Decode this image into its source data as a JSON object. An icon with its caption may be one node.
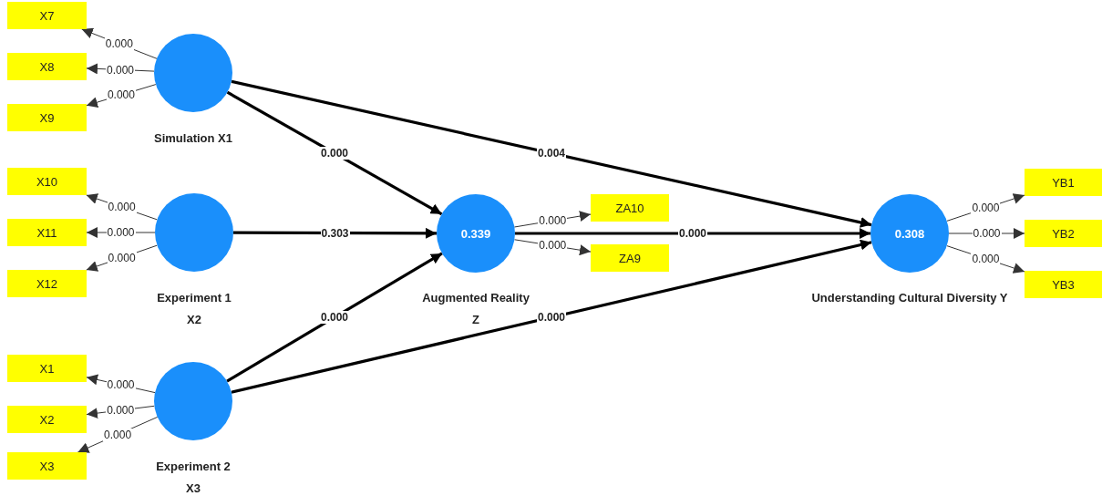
{
  "diagram": {
    "nodes": [
      {
        "text": [
          "X7"
        ]
      },
      {
        "text": [
          "X8"
        ]
      },
      {
        "text": [
          "X9"
        ]
      },
      {
        "text": [
          "Simulation X1"
        ]
      },
      {
        "text": [
          "X10"
        ]
      },
      {
        "text": [
          "X11"
        ]
      },
      {
        "text": [
          "X12"
        ]
      },
      {
        "text": [
          "Experiment 1 X2"
        ]
      },
      {
        "text": [
          "X1"
        ]
      },
      {
        "text": [
          "X2"
        ]
      },
      {
        "text": [
          "X3"
        ]
      },
      {
        "text": [
          "Experiment 2 X3"
        ]
      },
      {
        "text": [
          "0.339",
          "Augmented Reality Z"
        ]
      },
      {
        "text": [
          "ZA10"
        ]
      },
      {
        "text": [
          "ZA9"
        ]
      },
      {
        "text": [
          "0.308",
          "Understanding Cultural Diversity Y"
        ]
      },
      {
        "text": [
          "YB1"
        ]
      },
      {
        "text": [
          "YB2"
        ]
      },
      {
        "text": [
          "YB3"
        ]
      }
    ],
    "edges": [
      {
        "from": 3,
        "to": 0,
        "arrow": "to",
        "label": "0.000"
      },
      {
        "from": 3,
        "to": 1,
        "arrow": "to",
        "label": "0.000"
      },
      {
        "from": 3,
        "to": 2,
        "arrow": "to",
        "label": "0.000"
      },
      {
        "from": 7,
        "to": 4,
        "arrow": "to",
        "label": "0.000"
      },
      {
        "from": 7,
        "to": 5,
        "arrow": "to",
        "label": "0.000"
      },
      {
        "from": 7,
        "to": 6,
        "arrow": "to",
        "label": "0.000"
      },
      {
        "from": 11,
        "to": 8,
        "arrow": "to",
        "label": "0.000"
      },
      {
        "from": 11,
        "to": 9,
        "arrow": "to",
        "label": "0.000"
      },
      {
        "from": 11,
        "to": 10,
        "arrow": "to",
        "label": "0.000"
      },
      {
        "from": 3,
        "to": 12,
        "arrow": "to",
        "label": "0.000",
        "style": "thick"
      },
      {
        "from": 3,
        "to": 15,
        "arrow": "to",
        "label": "0.004",
        "style": "thick"
      },
      {
        "from": 7,
        "to": 12,
        "arrow": "to",
        "label": "0.303",
        "style": "thick"
      },
      {
        "from": 11,
        "to": 12,
        "arrow": "to",
        "label": "0.000",
        "style": "thick"
      },
      {
        "from": 11,
        "to": 15,
        "arrow": "to",
        "label": "0.000",
        "style": "thick"
      },
      {
        "from": 12,
        "to": 15,
        "arrow": "to",
        "label": "0.000",
        "style": "thick"
      },
      {
        "from": 12,
        "to": 13,
        "arrow": "to",
        "label": "0.000"
      },
      {
        "from": 12,
        "to": 14,
        "arrow": "to",
        "label": "0.000"
      },
      {
        "from": 15,
        "to": 16,
        "arrow": "to",
        "label": "0.000"
      },
      {
        "from": 15,
        "to": 17,
        "arrow": "to",
        "label": "0.000"
      },
      {
        "from": 15,
        "to": 18,
        "arrow": "to",
        "label": "0.000"
      }
    ]
  }
}
